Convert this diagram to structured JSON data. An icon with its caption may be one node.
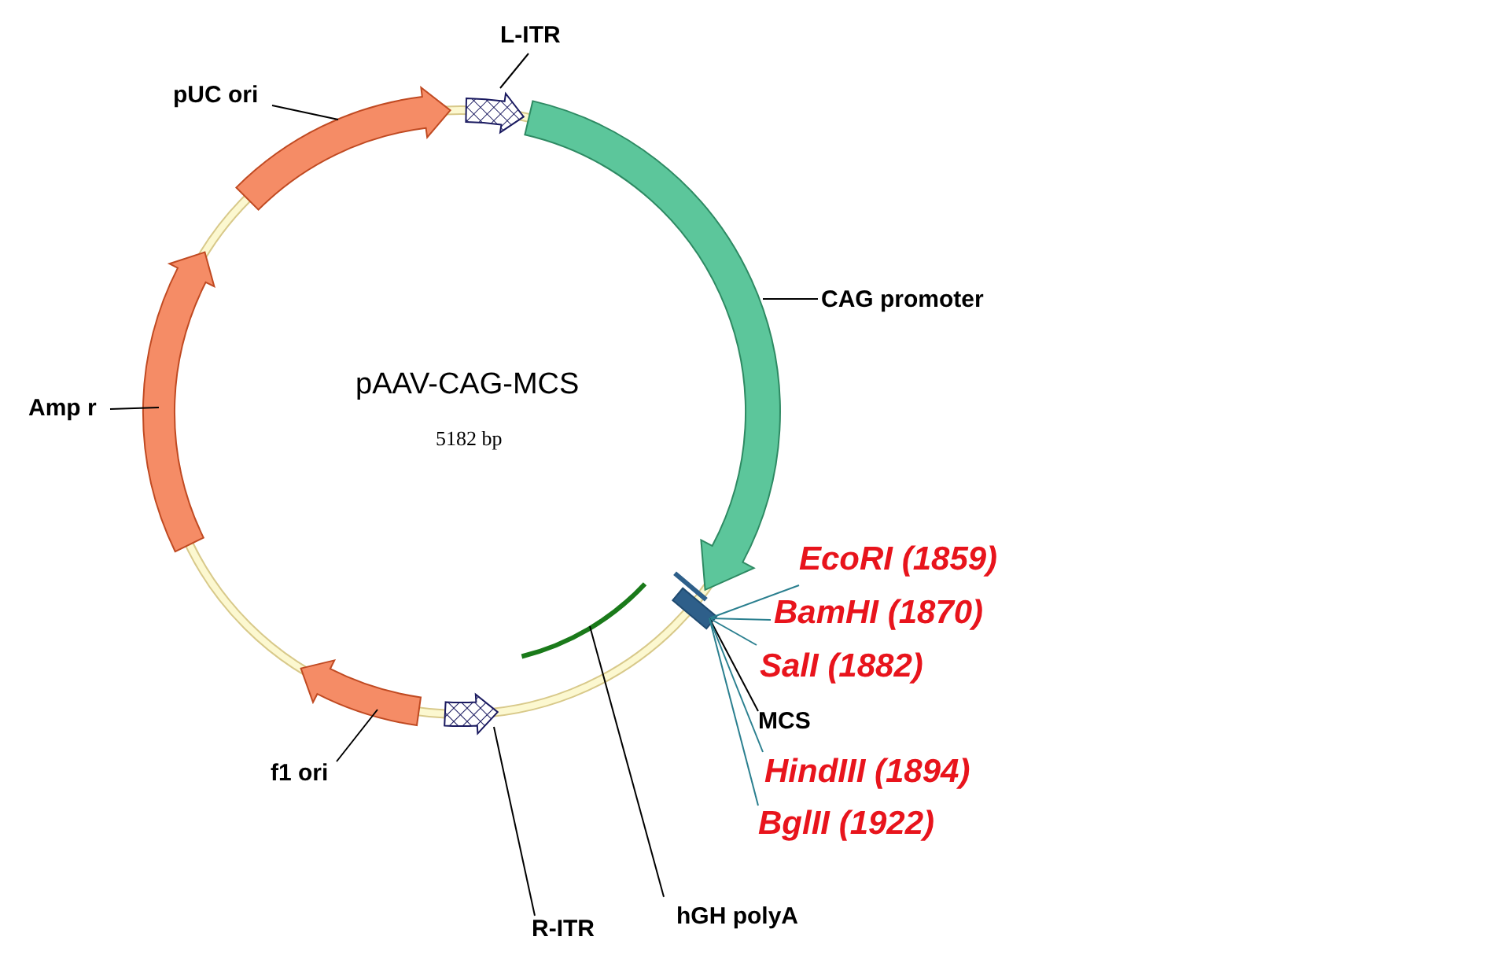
{
  "diagram": {
    "title": "pAAV-CAG-MCS",
    "nodes": [
      {
        "text": [
          "L-ITR"
        ]
      },
      {
        "text": [],
        "shape": "arrow"
      },
      {
        "text": [
          "CAG promoter"
        ]
      },
      {
        "text": [],
        "shape": "arrow"
      },
      {
        "text": [
          "EcoRI (1859)"
        ]
      },
      {
        "text": [
          "BamHI (1870)"
        ]
      },
      {
        "text": [
          "SalI (1882)"
        ]
      },
      {
        "text": [
          "MCS"
        ]
      },
      {
        "text": [
          "HindIII (1894)"
        ]
      },
      {
        "text": [
          "BglII (1922)"
        ]
      },
      {
        "text": [],
        "shape": "box"
      },
      {
        "text": [
          "hGH polyA"
        ]
      },
      {
        "text": [],
        "shape": "arc"
      },
      {
        "text": [
          "R-ITR"
        ]
      },
      {
        "text": [],
        "shape": "arrow"
      },
      {
        "text": [
          "f1 ori"
        ]
      },
      {
        "text": [],
        "shape": "arrow"
      },
      {
        "text": [
          "Amp r"
        ]
      },
      {
        "text": [],
        "shape": "arrow"
      },
      {
        "text": [
          "pUC ori"
        ]
      },
      {
        "text": [],
        "shape": "arrow"
      }
    ],
    "edges": [
      {
        "from": 0,
        "to": 1,
        "arrow": "none"
      },
      {
        "from": 2,
        "to": 3,
        "arrow": "none"
      },
      {
        "from": 4,
        "to": 10,
        "arrow": "none",
        "color": "#2a7f8f"
      },
      {
        "from": 5,
        "to": 10,
        "arrow": "none",
        "color": "#2a7f8f"
      },
      {
        "from": 6,
        "to": 10,
        "arrow": "none",
        "color": "#2a7f8f"
      },
      {
        "from": 7,
        "to": 10,
        "arrow": "none"
      },
      {
        "from": 8,
        "to": 10,
        "arrow": "none",
        "color": "#2a7f8f"
      },
      {
        "from": 9,
        "to": 10,
        "arrow": "none",
        "color": "#2a7f8f"
      },
      {
        "from": 11,
        "to": 12,
        "arrow": "none"
      },
      {
        "from": 13,
        "to": 14,
        "arrow": "none"
      },
      {
        "from": 15,
        "to": 16,
        "arrow": "none"
      },
      {
        "from": 17,
        "to": 18,
        "arrow": "none"
      },
      {
        "from": 19,
        "to": 20,
        "arrow": "none"
      }
    ],
    "labels": [
      "5182 bp"
    ]
  }
}
